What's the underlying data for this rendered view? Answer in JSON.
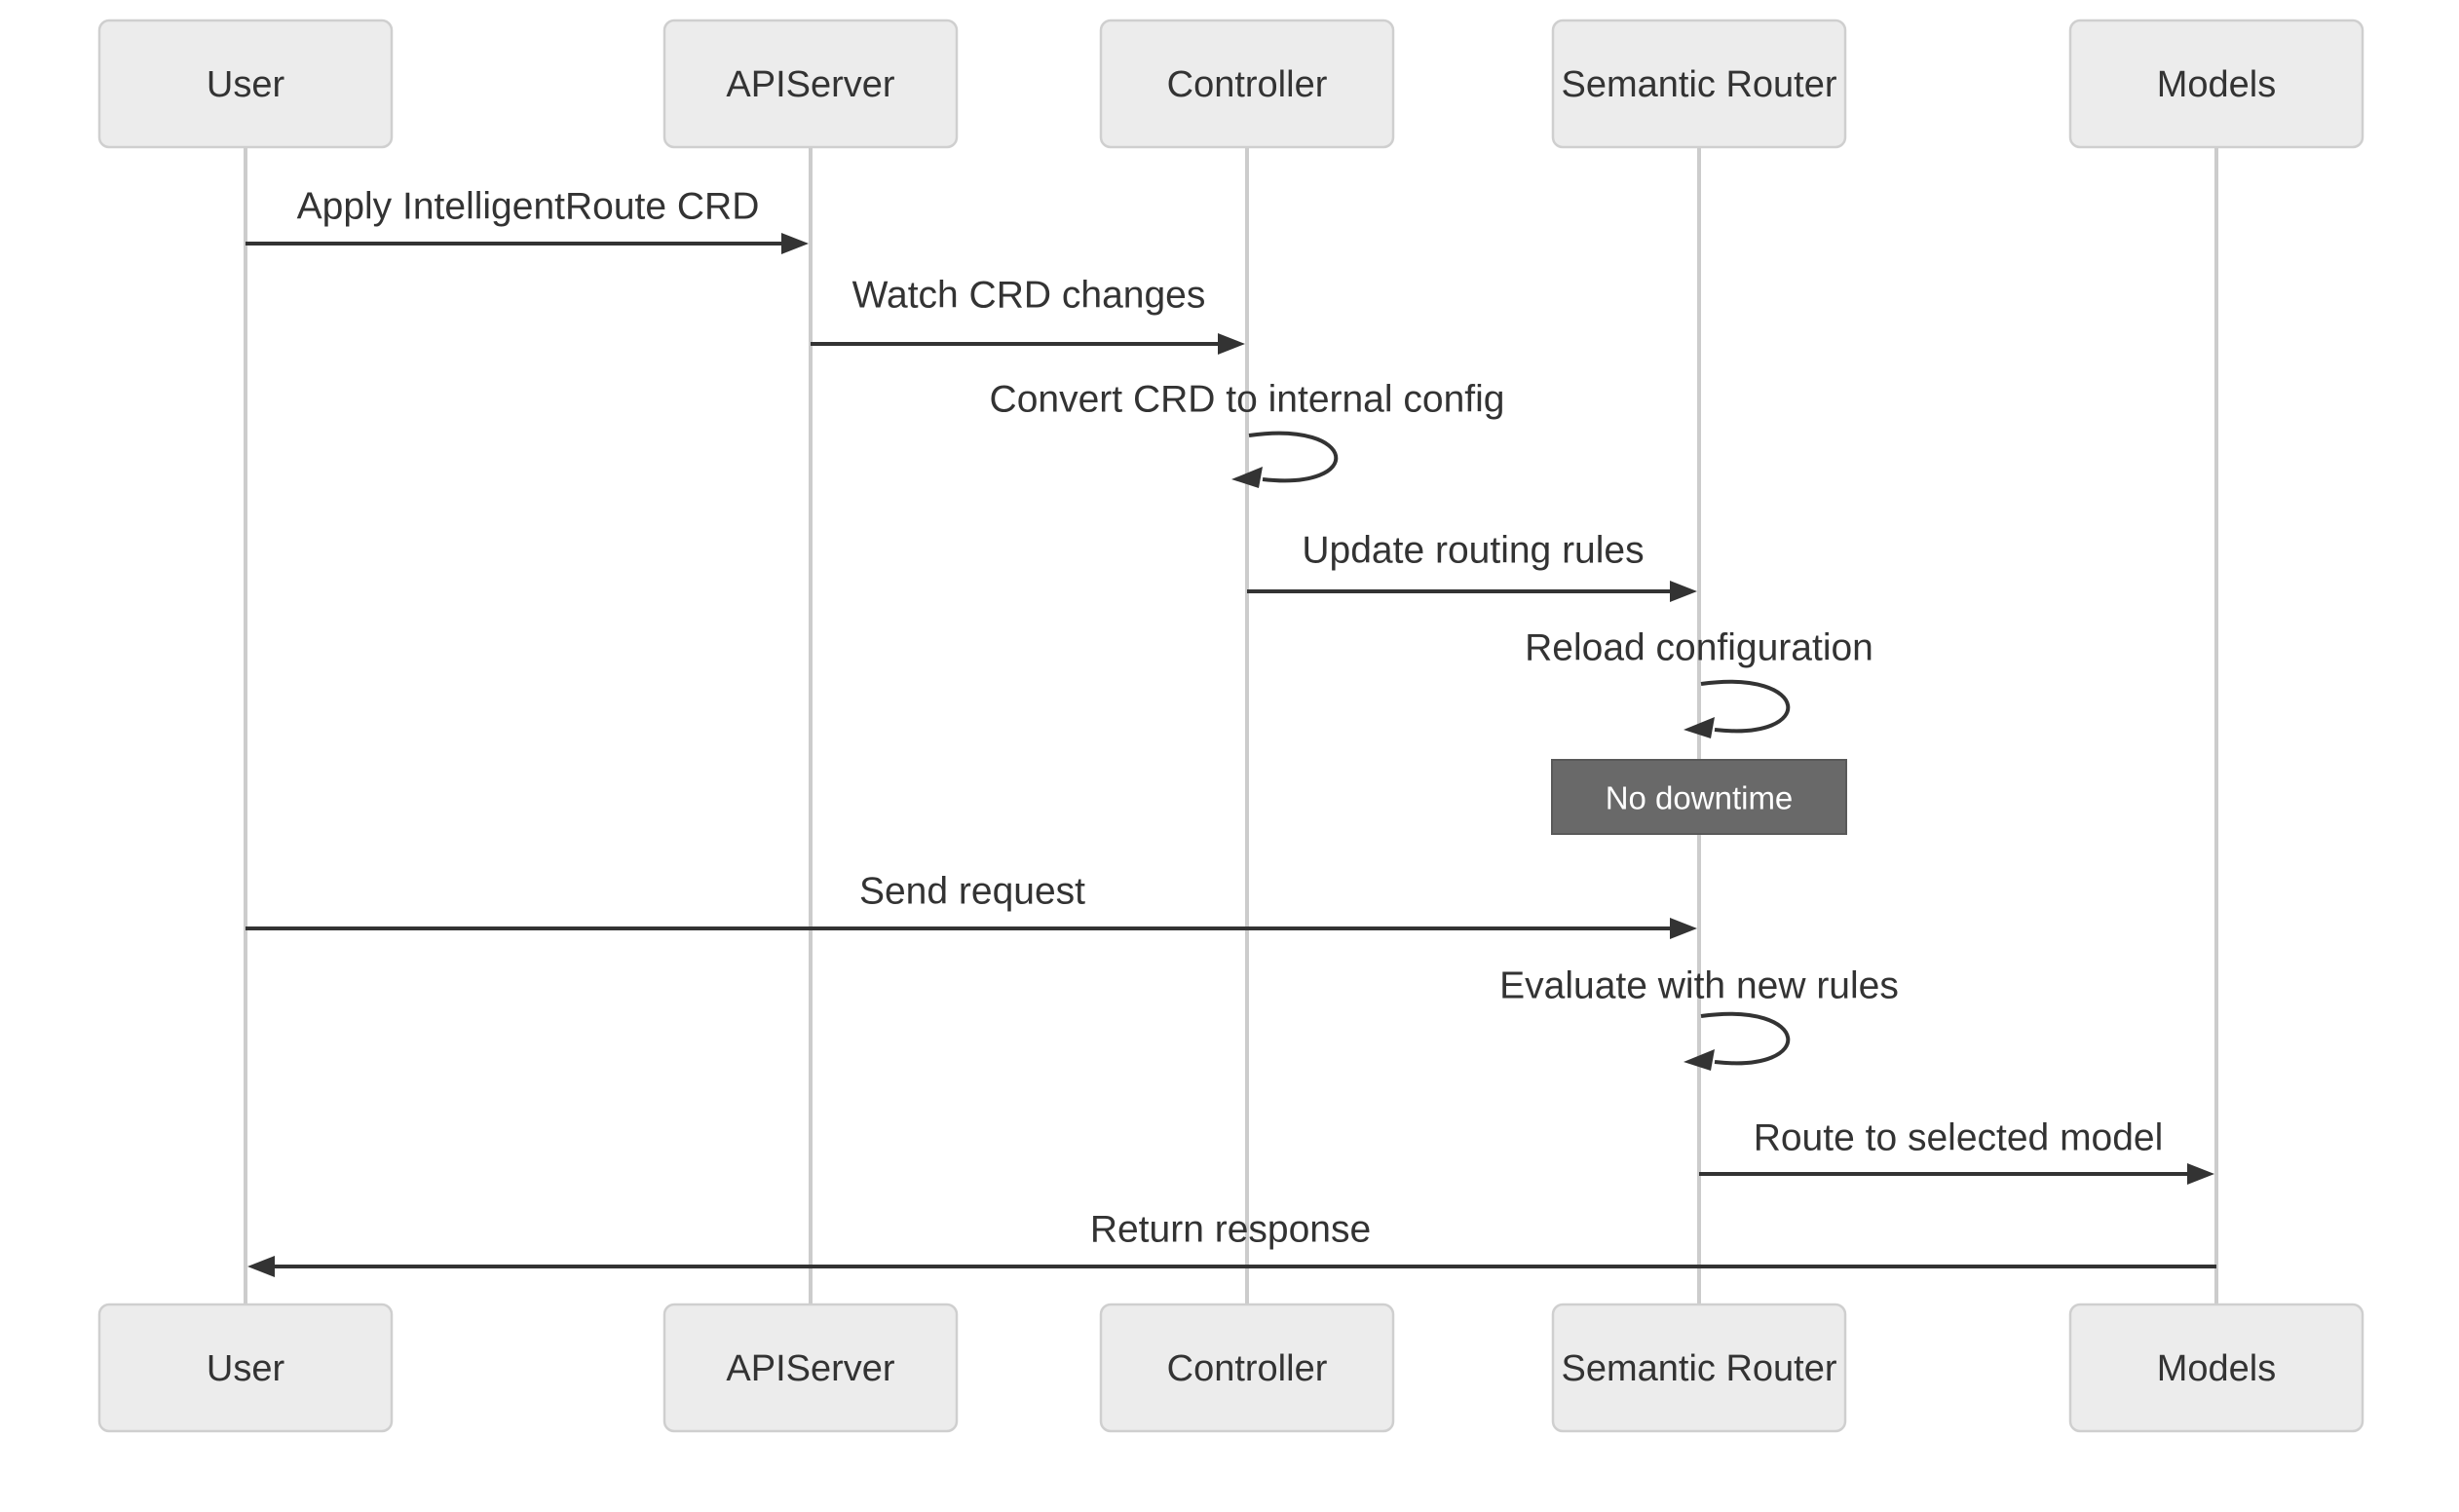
{
  "diagram": {
    "type": "sequence-diagram",
    "background_color": "#ffffff",
    "colors": {
      "actor_fill": "#ececec",
      "actor_border": "#cfcfcf",
      "lifeline": "#cccccc",
      "message_line": "#333333",
      "message_text": "#333333",
      "note_fill": "#696969",
      "note_border": "#595959",
      "note_text": "#ffffff"
    },
    "participants": [
      {
        "name": "User"
      },
      {
        "name": "APIServer"
      },
      {
        "name": "Controller"
      },
      {
        "name": "Semantic Router"
      },
      {
        "name": "Models"
      }
    ],
    "messages": [
      {
        "from": "User",
        "to": "APIServer",
        "kind": "arrow",
        "label": "Apply IntelligentRoute CRD"
      },
      {
        "from": "APIServer",
        "to": "Controller",
        "kind": "arrow",
        "label": "Watch CRD changes"
      },
      {
        "from": "Controller",
        "to": "Controller",
        "kind": "self",
        "label": "Convert CRD to internal config"
      },
      {
        "from": "Controller",
        "to": "Semantic Router",
        "kind": "arrow",
        "label": "Update routing rules"
      },
      {
        "from": "Semantic Router",
        "to": "Semantic Router",
        "kind": "self",
        "label": "Reload configuration"
      },
      {
        "from": "User",
        "to": "Semantic Router",
        "kind": "arrow",
        "label": "Send request"
      },
      {
        "from": "Semantic Router",
        "to": "Semantic Router",
        "kind": "self",
        "label": "Evaluate with new rules"
      },
      {
        "from": "Semantic Router",
        "to": "Models",
        "kind": "arrow",
        "label": "Route to selected model"
      },
      {
        "from": "Models",
        "to": "User",
        "kind": "arrow",
        "label": "Return response"
      }
    ],
    "note": {
      "over": "Semantic Router",
      "label": "No downtime"
    }
  }
}
